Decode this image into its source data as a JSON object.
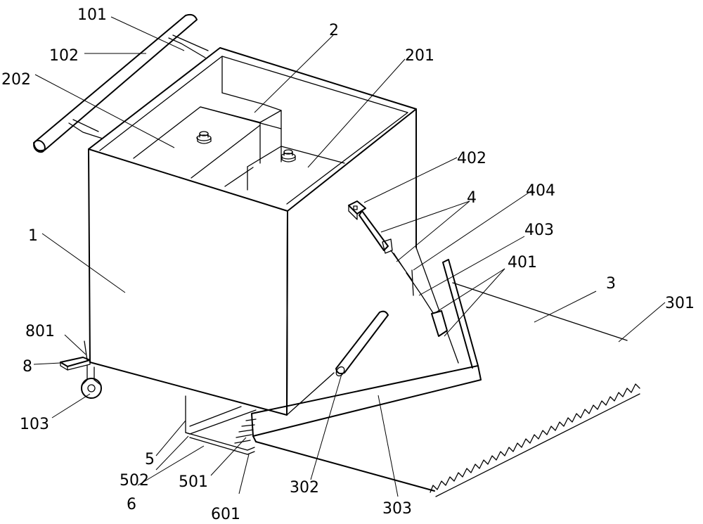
{
  "figure": {
    "type": "patent-mechanical-drawing",
    "background": "#ffffff",
    "line_color": "#000000"
  },
  "labels": {
    "l101": "101",
    "l102": "102",
    "l202": "202",
    "l2": "2",
    "l201": "201",
    "l402": "402",
    "l4": "4",
    "l404": "404",
    "l403": "403",
    "l401": "401",
    "l3": "3",
    "l301": "301",
    "l1": "1",
    "l801": "801",
    "l8": "8",
    "l103": "103",
    "l5": "5",
    "l502": "502",
    "l501": "501",
    "l6": "6",
    "l601": "601",
    "l302": "302",
    "l303": "303"
  }
}
